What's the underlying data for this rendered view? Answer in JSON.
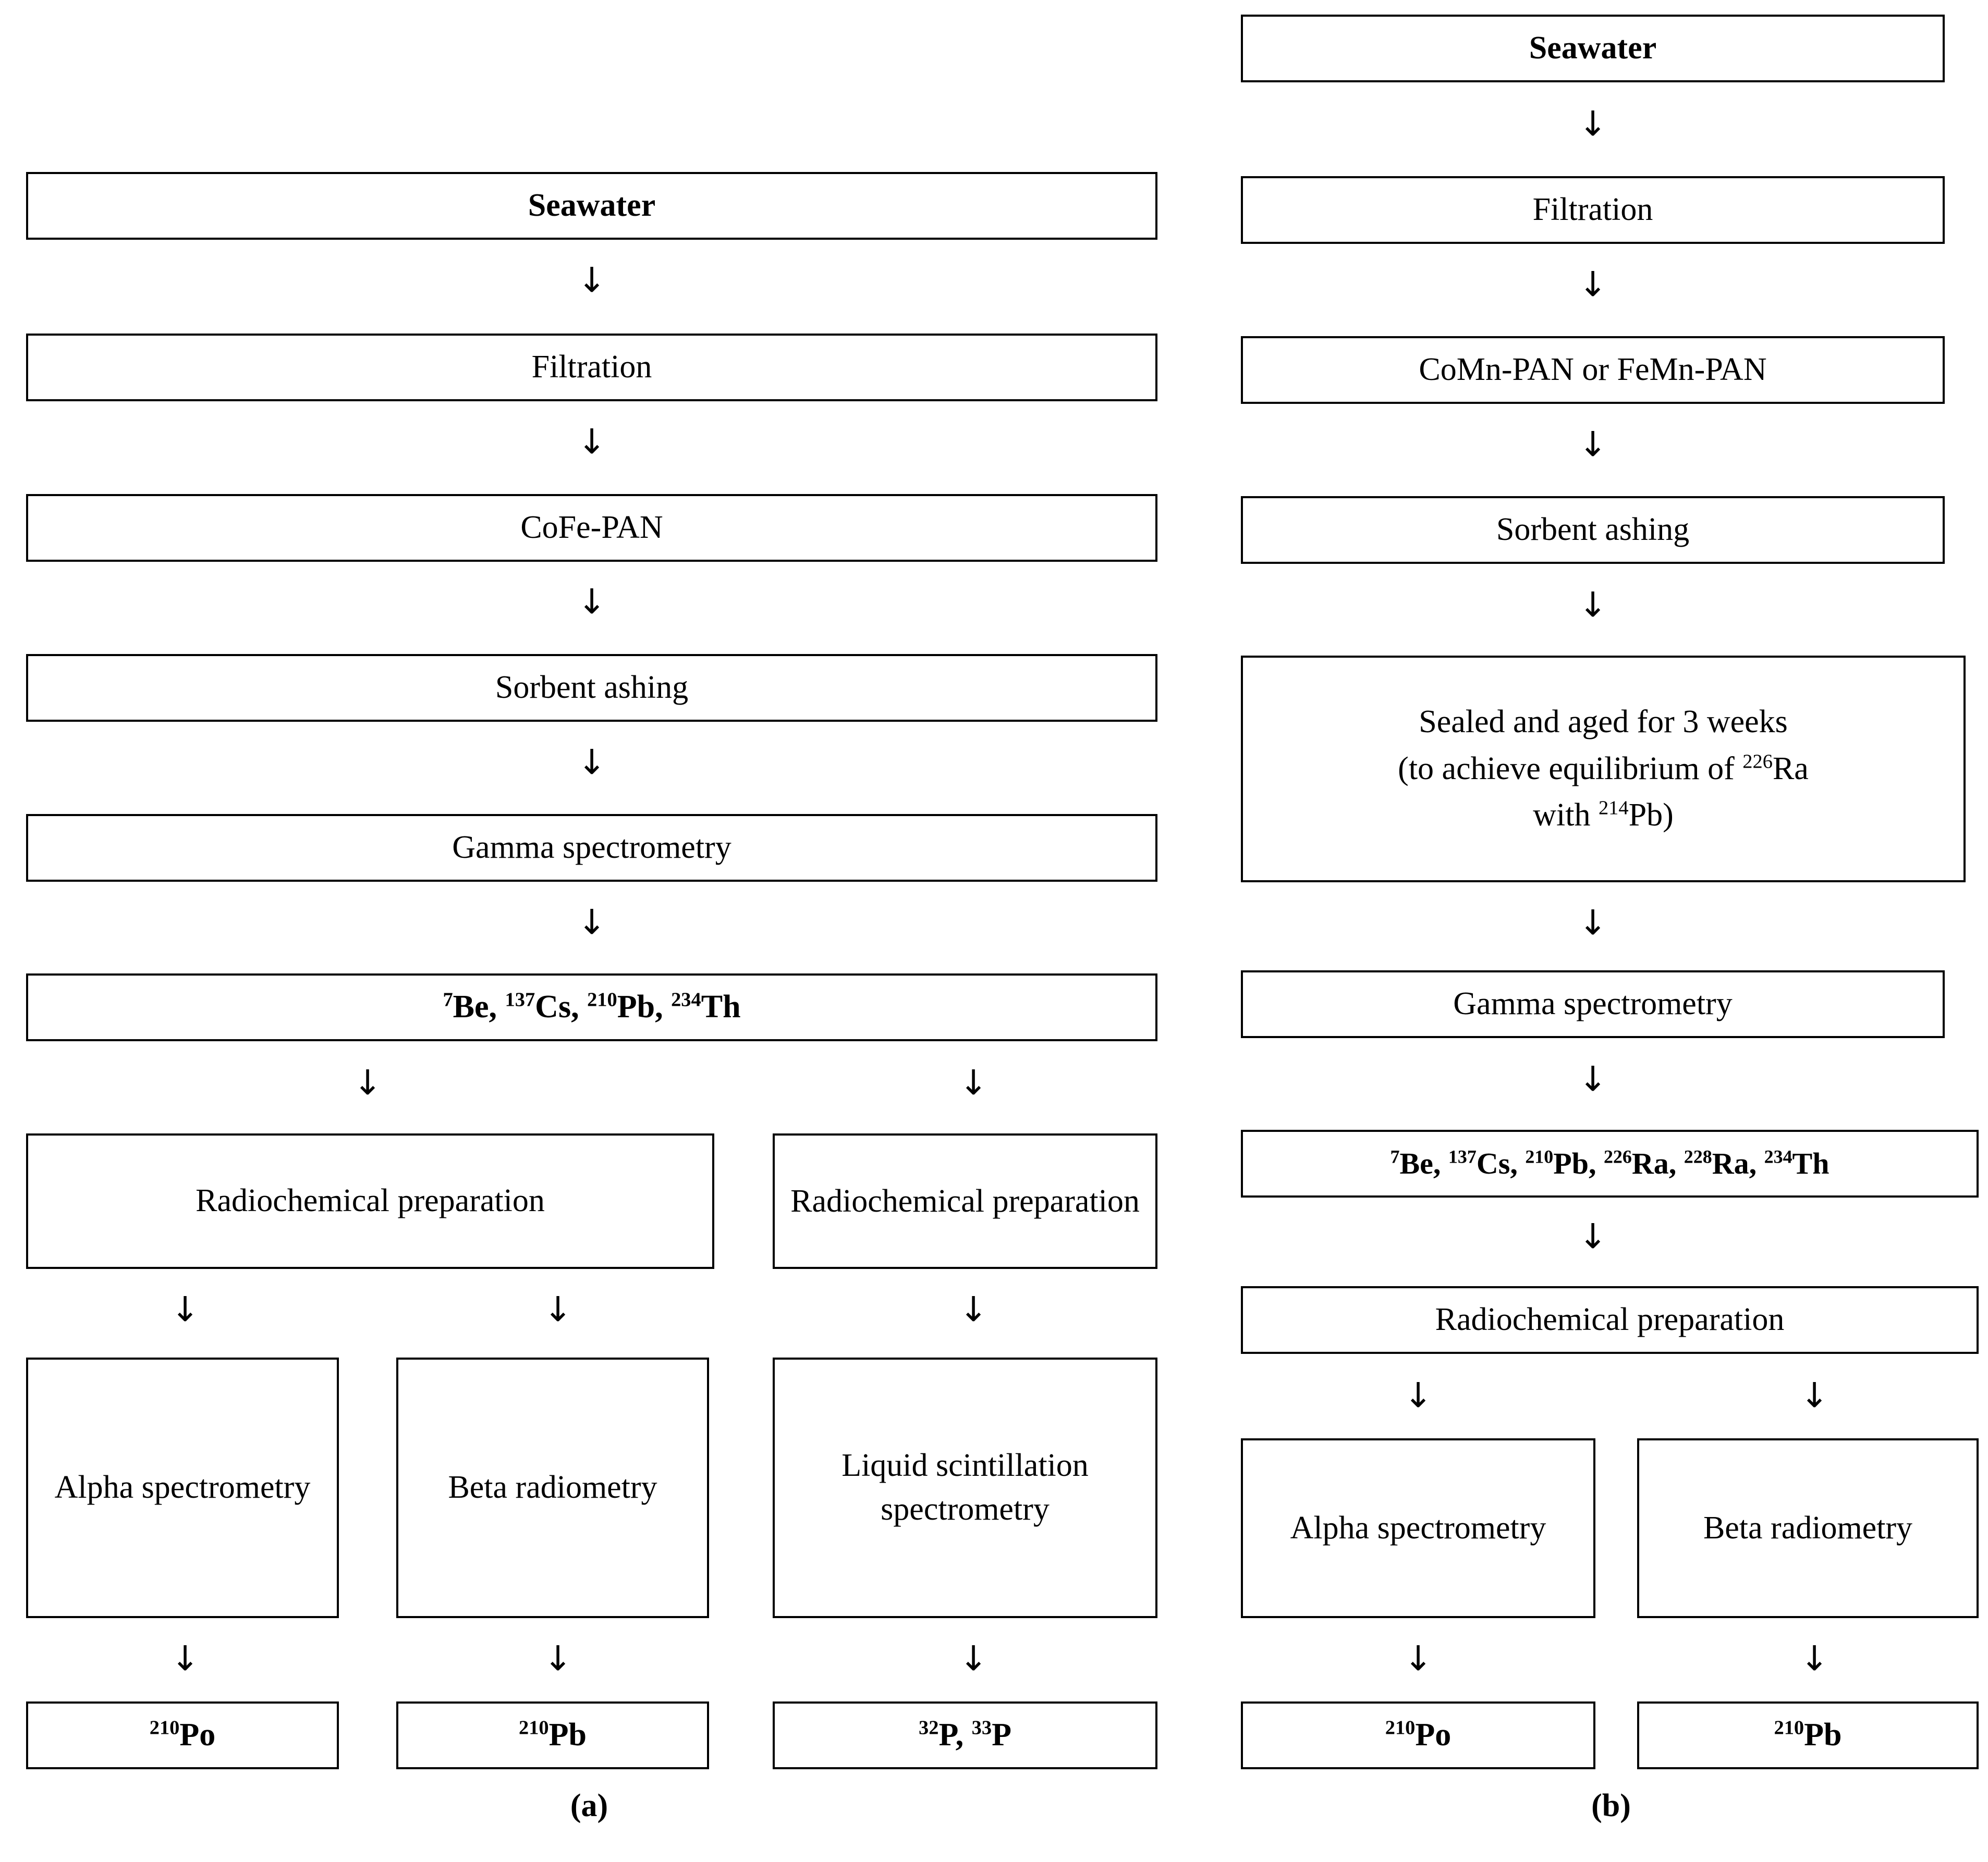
{
  "figure": {
    "type": "flowchart",
    "panels": [
      {
        "id": "a",
        "caption": "(a)",
        "nodes": {
          "seawater": "Seawater",
          "filtration": "Filtration",
          "sorbent": "CoFe-PAN",
          "ashing": "Sorbent ashing",
          "gamma": "Gamma spectrometry",
          "nuclides": "7Be, 137Cs, 210Pb, 234Th",
          "radiochem_left": "Radiochemical preparation",
          "radiochem_right": "Radiochemical preparation",
          "alpha": "Alpha spectrometry",
          "beta": "Beta radiometry",
          "lsc": "Liquid scintillation spectrometry",
          "po210": "210Po",
          "pb210": "210Pb",
          "p32p33": "32P, 33P"
        }
      },
      {
        "id": "b",
        "caption": "(b)",
        "nodes": {
          "seawater": "Seawater",
          "filtration": "Filtration",
          "sorbent": "CoMn-PAN or FeMn-PAN",
          "ashing": "Sorbent ashing",
          "aging_line1": "Sealed and aged for 3 weeks",
          "aging_line2": "(to achieve equilibrium of 226Ra",
          "aging_line3": "with 214Pb)",
          "gamma": "Gamma spectrometry",
          "nuclides": "7Be, 137Cs, 210Pb, 226Ra, 228Ra, 234Th",
          "radiochem": "Radiochemical preparation",
          "alpha": "Alpha spectrometry",
          "beta": "Beta radiometry",
          "po210": "210Po",
          "pb210": "210Pb"
        }
      }
    ],
    "arrow_glyph": "↓"
  }
}
